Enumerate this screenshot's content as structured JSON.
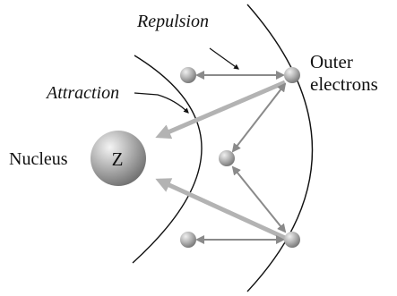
{
  "labels": {
    "repulsion": "Repulsion",
    "attraction": "Attraction",
    "nucleus": "Nucleus",
    "nucleus_symbol": "Z",
    "outer_line1": "Outer",
    "outer_line2": "electrons"
  },
  "colors": {
    "shell_line": "#111111",
    "repulsion_arrow": "#8a8a8a",
    "attraction_arrow": "#b3b3b3",
    "pointer_line": "#111111",
    "electron_fill": "#a8a8a8",
    "nucleus_fill": "#9a9a9a"
  },
  "icons": {
    "arrowhead": "arrowhead-icon"
  }
}
